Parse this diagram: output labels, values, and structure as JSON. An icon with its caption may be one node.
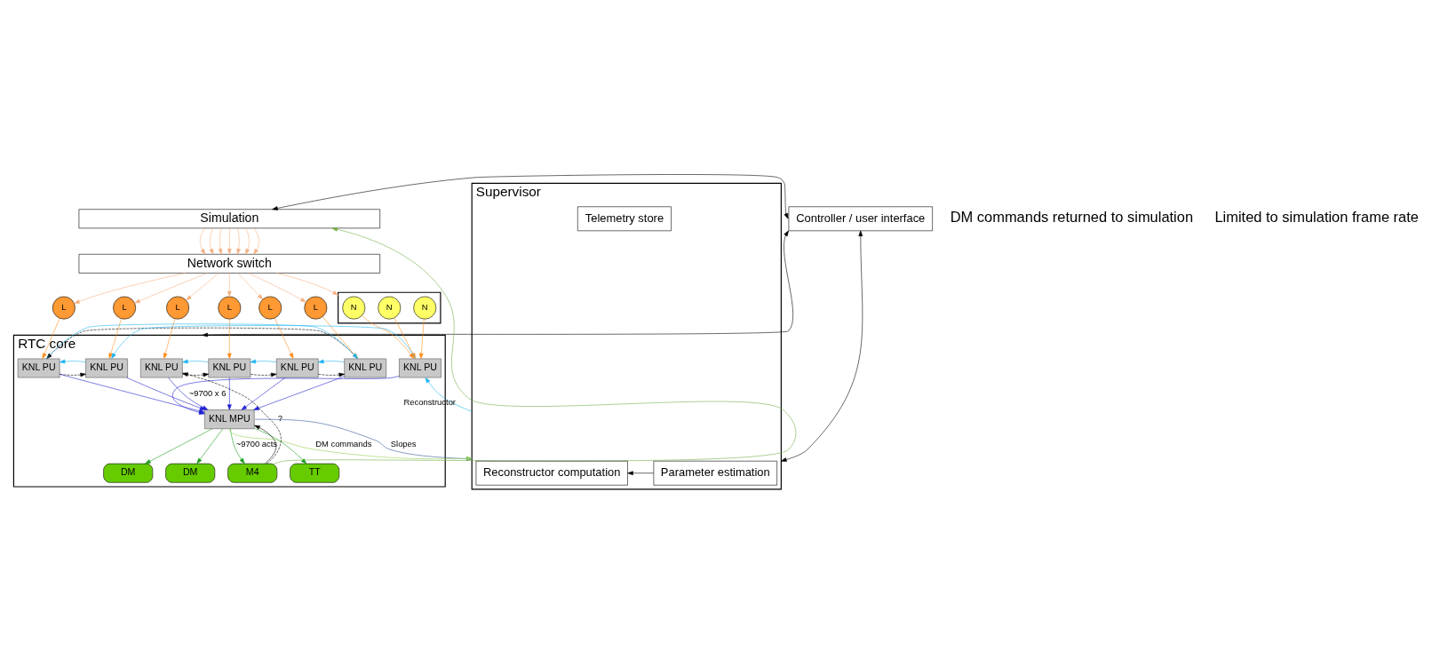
{
  "diagram": {
    "nodes": [
      {
        "text": [
          "Simulation"
        ]
      },
      {
        "text": [
          "Controller / user interface"
        ]
      },
      {
        "text": [
          "Network switch"
        ]
      },
      {
        "text": [
          "L"
        ]
      },
      {
        "text": [
          "L"
        ]
      },
      {
        "text": [
          "L"
        ]
      },
      {
        "text": [
          "L"
        ]
      },
      {
        "text": [
          "L"
        ]
      },
      {
        "text": [
          "L"
        ]
      },
      {
        "text": [],
        "shape": "box"
      },
      {
        "text": [
          "N"
        ],
        "in": 9
      },
      {
        "text": [
          "N"
        ],
        "in": 9
      },
      {
        "text": [
          "N"
        ],
        "in": 9
      },
      {
        "text": [
          "RTC core"
        ]
      },
      {
        "text": [
          "KNL PU"
        ],
        "in": 13
      },
      {
        "text": [
          "KNL PU"
        ],
        "in": 13
      },
      {
        "text": [
          "KNL PU"
        ],
        "in": 13
      },
      {
        "text": [
          "KNL PU"
        ],
        "in": 13
      },
      {
        "text": [
          "KNL PU"
        ],
        "in": 13
      },
      {
        "text": [
          "KNL PU"
        ],
        "in": 13
      },
      {
        "text": [
          "KNL PU"
        ],
        "in": 13
      },
      {
        "text": [
          "KNL MPU"
        ],
        "in": 13
      },
      {
        "text": [
          "M4"
        ],
        "in": 13
      },
      {
        "text": [
          "TT"
        ],
        "in": 13
      },
      {
        "text": [
          "DM"
        ],
        "in": 13
      },
      {
        "text": [
          "DM"
        ],
        "in": 13
      },
      {
        "text": [
          "Supervisor"
        ]
      },
      {
        "text": [
          "Parameter estimation"
        ],
        "in": 26
      },
      {
        "text": [
          "Reconstructor computation"
        ],
        "in": 26
      },
      {
        "text": [
          "Telemetry store"
        ],
        "in": 26
      }
    ],
    "edges": [
      {
        "from": 0,
        "to": 1,
        "arrow": "both",
        "color": "#000000"
      },
      {
        "from": 0,
        "to": 2,
        "arrow": "to",
        "color": "#f4b183"
      },
      {
        "from": 0,
        "to": 2,
        "arrow": "to",
        "color": "#f4b183"
      },
      {
        "from": 0,
        "to": 2,
        "arrow": "to",
        "color": "#f4b183"
      },
      {
        "from": 0,
        "to": 2,
        "arrow": "to",
        "color": "#f4b183"
      },
      {
        "from": 0,
        "to": 2,
        "arrow": "to",
        "color": "#f4b183"
      },
      {
        "from": 0,
        "to": 2,
        "arrow": "to",
        "color": "#f4b183"
      },
      {
        "from": 0,
        "to": 2,
        "arrow": "to",
        "color": "#f4b183"
      },
      {
        "from": 2,
        "to": 3,
        "arrow": "to",
        "color": "#f4b183"
      },
      {
        "from": 2,
        "to": 4,
        "arrow": "to",
        "color": "#f4b183"
      },
      {
        "from": 2,
        "to": 5,
        "arrow": "to",
        "color": "#f4b183"
      },
      {
        "from": 2,
        "to": 6,
        "arrow": "to",
        "color": "#f4b183"
      },
      {
        "from": 2,
        "to": 7,
        "arrow": "to",
        "color": "#f4b183"
      },
      {
        "from": 2,
        "to": 8,
        "arrow": "to",
        "color": "#f4b183"
      },
      {
        "from": 2,
        "to": 9,
        "arrow": "to",
        "color": "#f4b183"
      },
      {
        "from": 3,
        "to": 14,
        "arrow": "to",
        "color": "#ff8c1a"
      },
      {
        "from": 4,
        "to": 15,
        "arrow": "to",
        "color": "#ff8c1a"
      },
      {
        "from": 5,
        "to": 16,
        "arrow": "to",
        "color": "#ff8c1a"
      },
      {
        "from": 6,
        "to": 17,
        "arrow": "to",
        "color": "#ff8c1a"
      },
      {
        "from": 7,
        "to": 18,
        "arrow": "to",
        "color": "#ff8c1a"
      },
      {
        "from": 8,
        "to": 19,
        "arrow": "to",
        "color": "#ff8c1a"
      },
      {
        "from": 10,
        "to": 20,
        "arrow": "to",
        "color": "#ff8c1a"
      },
      {
        "from": 11,
        "to": 20,
        "arrow": "to",
        "color": "#ff8c1a"
      },
      {
        "from": 12,
        "to": 20,
        "arrow": "to",
        "color": "#ff8c1a"
      },
      {
        "from": 14,
        "to": 15,
        "arrow": "to",
        "style": "dashed",
        "color": "#000000"
      },
      {
        "from": 15,
        "to": 16,
        "arrow": "to",
        "style": "dashed",
        "color": "#000000"
      },
      {
        "from": 16,
        "to": 17,
        "arrow": "to",
        "style": "dashed",
        "color": "#000000"
      },
      {
        "from": 17,
        "to": 18,
        "arrow": "to",
        "style": "dashed",
        "color": "#000000"
      },
      {
        "from": 18,
        "to": 19,
        "arrow": "to",
        "style": "dashed",
        "color": "#000000"
      },
      {
        "from": 20,
        "to": 19,
        "arrow": "to",
        "color": "#1fb4f0"
      },
      {
        "from": 19,
        "to": 18,
        "arrow": "to",
        "color": "#1fb4f0"
      },
      {
        "from": 18,
        "to": 17,
        "arrow": "to",
        "color": "#1fb4f0"
      },
      {
        "from": 17,
        "to": 16,
        "arrow": "to",
        "color": "#1fb4f0"
      },
      {
        "from": 16,
        "to": 15,
        "arrow": "to",
        "color": "#1fb4f0"
      },
      {
        "from": 15,
        "to": 14,
        "arrow": "to",
        "color": "#1fb4f0"
      },
      {
        "from": 26,
        "to": 20,
        "arrow": "to",
        "label": "Reconstructor",
        "color": "#1fb4f0"
      },
      {
        "from": 14,
        "to": 21,
        "arrow": "to",
        "label": "~9700 x 6",
        "color": "#2020d0"
      },
      {
        "from": 15,
        "to": 21,
        "arrow": "to",
        "color": "#2020d0"
      },
      {
        "from": 16,
        "to": 21,
        "arrow": "to",
        "color": "#2020d0"
      },
      {
        "from": 17,
        "to": 21,
        "arrow": "to",
        "color": "#2020d0"
      },
      {
        "from": 18,
        "to": 21,
        "arrow": "to",
        "color": "#2020d0"
      },
      {
        "from": 19,
        "to": 21,
        "arrow": "to",
        "color": "#2020d0"
      },
      {
        "from": 20,
        "to": 21,
        "arrow": "to",
        "color": "#2020d0"
      },
      {
        "from": 21,
        "to": 26,
        "arrow": "to",
        "label": "Slopes",
        "color": "#2f5597"
      },
      {
        "from": 22,
        "to": 21,
        "arrow": "to",
        "color": "#000000"
      },
      {
        "from": 22,
        "to": 14,
        "arrow": "to",
        "label": "?",
        "style": "dashed",
        "color": "#000000"
      },
      {
        "from": 21,
        "to": 22,
        "arrow": "to",
        "label": "~9700 acts",
        "color": "#1a9e1a"
      },
      {
        "from": 21,
        "to": 23,
        "arrow": "to",
        "color": "#1a9e1a"
      },
      {
        "from": 21,
        "to": 24,
        "arrow": "to",
        "color": "#1a9e1a"
      },
      {
        "from": 21,
        "to": 25,
        "arrow": "to",
        "color": "#1a9e1a"
      },
      {
        "from": 21,
        "to": 26,
        "arrow": "to",
        "label": "DM commands",
        "color": "#92d050"
      },
      {
        "from": 22,
        "to": 0,
        "arrow": "to",
        "color": "#70ad47"
      },
      {
        "from": 1,
        "to": 13,
        "arrow": "both",
        "color": "#000000"
      },
      {
        "from": 1,
        "to": 26,
        "arrow": "both",
        "color": "#000000"
      },
      {
        "from": 27,
        "to": 28,
        "arrow": "to",
        "color": "#000000"
      }
    ],
    "labels": [
      "DM commands returned to simulation",
      "Limited to simulation frame rate"
    ]
  }
}
